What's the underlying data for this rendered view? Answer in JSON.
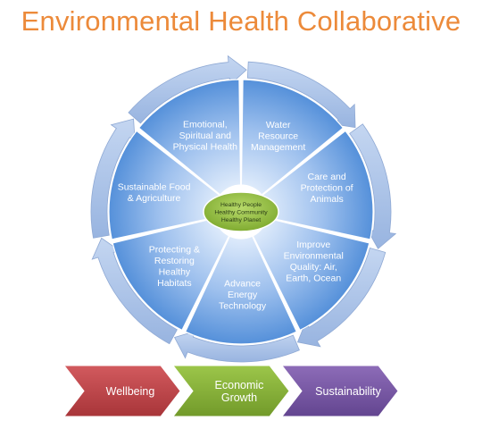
{
  "title": "Environmental Health Collaborative",
  "colors": {
    "title": "#ec8a3a",
    "segment_light": "#c7dcf7",
    "segment_dark": "#3f82d4",
    "arrow": "#a9c2e6",
    "hub": "#8ab63a",
    "wellbeing": "#c0464b",
    "economic_growth": "#8ab63a",
    "sustainability": "#7a5aa6"
  },
  "segments": [
    {
      "id": "emotional",
      "lines": [
        "Emotional,",
        "Spiritual and",
        "Physical Health"
      ]
    },
    {
      "id": "water",
      "lines": [
        "Water",
        "Resource",
        "Management"
      ]
    },
    {
      "id": "animals",
      "lines": [
        "Care and",
        "Protection of",
        "Animals"
      ]
    },
    {
      "id": "quality",
      "lines": [
        "Improve",
        "Environmental",
        "Quality: Air,",
        "Earth, Ocean"
      ]
    },
    {
      "id": "energy",
      "lines": [
        "Advance",
        "Energy",
        "Technology"
      ]
    },
    {
      "id": "habitats",
      "lines": [
        "Protecting &",
        "Restoring",
        "Healthy",
        "Habitats"
      ]
    },
    {
      "id": "food",
      "lines": [
        "Sustainable Food",
        "& Agriculture"
      ]
    }
  ],
  "hub": {
    "lines": [
      "Healthy People",
      "Healthy Community",
      "Healthy Planet"
    ]
  },
  "chevrons": [
    {
      "id": "wellbeing",
      "lines": [
        "Wellbeing"
      ]
    },
    {
      "id": "economic-growth",
      "lines": [
        "Economic",
        "Growth"
      ]
    },
    {
      "id": "sustainability",
      "lines": [
        "Sustainability"
      ]
    }
  ]
}
